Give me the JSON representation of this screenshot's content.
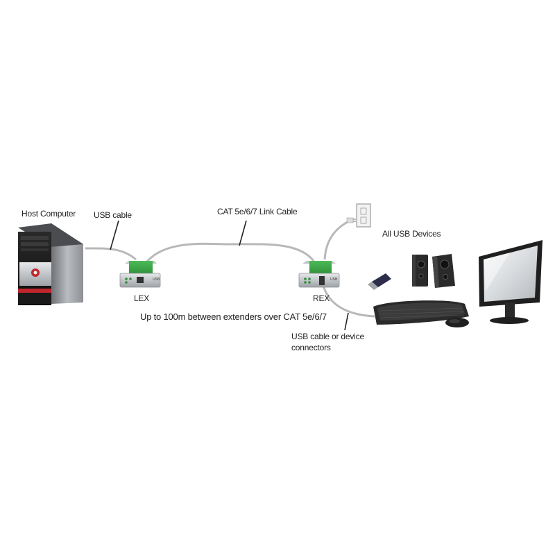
{
  "labels": {
    "host_computer": "Host Computer",
    "usb_cable": "USB cable",
    "link_cable": "CAT 5e/6/7 Link Cable",
    "lex": "LEX",
    "rex": "REX",
    "distance": "Up to 100m between extenders over CAT 5e/6/7",
    "usb_devices": "All USB Devices",
    "device_cable_line1": "USB cable or device",
    "device_cable_line2": "connectors"
  },
  "device_badge": "USB",
  "colors": {
    "extender_green": "#3aa648",
    "extender_silver": "#c9cdd0",
    "cable": "#b8b8b8",
    "tower_red": "#c0262c",
    "tower_dark": "#1c1c1c"
  }
}
